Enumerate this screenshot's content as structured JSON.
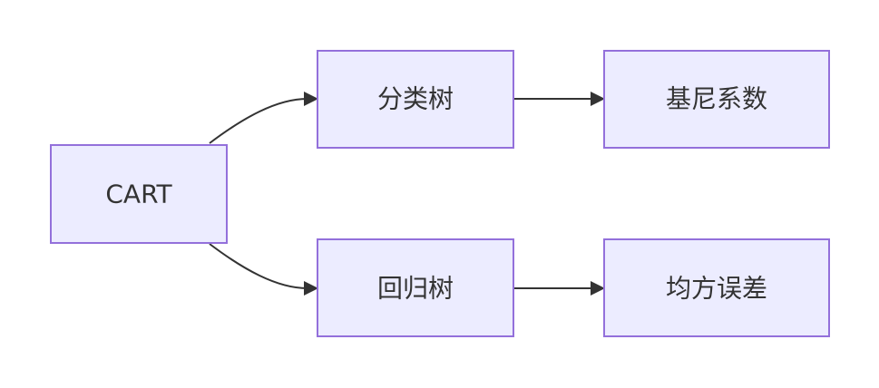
{
  "nodes": {
    "cart": {
      "label": "CART"
    },
    "classification_tree": {
      "label": "分类树"
    },
    "gini": {
      "label": "基尼系数"
    },
    "regression_tree": {
      "label": "回归树"
    },
    "mse": {
      "label": "均方误差"
    }
  },
  "edges": [
    {
      "from": "cart",
      "to": "classification_tree"
    },
    {
      "from": "cart",
      "to": "regression_tree"
    },
    {
      "from": "classification_tree",
      "to": "gini"
    },
    {
      "from": "regression_tree",
      "to": "mse"
    }
  ],
  "colors": {
    "node_fill": "#ececff",
    "node_border": "#9370db",
    "edge": "#333333",
    "text": "#333333"
  }
}
